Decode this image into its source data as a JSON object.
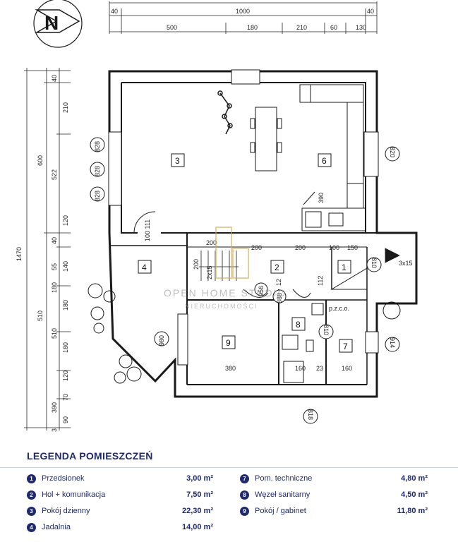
{
  "compass": {
    "letter": "N"
  },
  "top_dims": {
    "row1": [
      "40",
      "1000",
      "40"
    ],
    "row2": [
      "500",
      "180",
      "210",
      "60",
      "130"
    ]
  },
  "left_dims": {
    "total": "1470",
    "upper_total": "600",
    "inner": [
      "40",
      "210",
      "522",
      "120",
      "40",
      "140",
      "55",
      "180",
      "180",
      "510",
      "180",
      "120",
      "70",
      "390",
      "90",
      "3"
    ]
  },
  "rooms": {
    "labels": [
      "1",
      "2",
      "3",
      "4",
      "6",
      "7",
      "8",
      "9"
    ]
  },
  "plan_texts": {
    "window_828_a": "828",
    "window_828_b": "828",
    "window_828_c": "828",
    "window_820": "820",
    "window_100_111": "100 111",
    "window_980": "980",
    "window_914": "914",
    "window_810a": "810",
    "window_810b": "810",
    "window_818": "818",
    "door_888": "888",
    "door_956": "956",
    "stair_390": "390",
    "stair_label": "2x15",
    "pzco": "p.z.c.o.",
    "dims_200_a": "200",
    "dims_200_b": "200",
    "dims_200_c": "200",
    "dims_200_left": "200",
    "dims_100": "100",
    "dims_150": "150",
    "dims_380": "380",
    "dims_160_a": "160",
    "dims_160_b": "160",
    "dims_23": "23",
    "dims_12": "12",
    "dims_112": "112",
    "stairs_3x15": "3x15"
  },
  "watermark": {
    "line1": "OPEN HOME STUDIO",
    "line2": "NIERUCHOMOŚCI"
  },
  "legend": {
    "title": "LEGENDA POMIESZCZEŃ",
    "items": [
      {
        "num": "1",
        "name": "Przedsionek",
        "area": "3,00 m²"
      },
      {
        "num": "2",
        "name": "Hol + komunikacja",
        "area": "7,50 m²"
      },
      {
        "num": "3",
        "name": "Pokój dzienny",
        "area": "22,30 m²"
      },
      {
        "num": "4",
        "name": "Jadalnia",
        "area": "14,00 m²"
      },
      {
        "num": "7",
        "name": "Pom. techniczne",
        "area": "4,80 m²"
      },
      {
        "num": "8",
        "name": "Węzeł sanitarny",
        "area": "4,50 m²"
      },
      {
        "num": "9",
        "name": "Pokój / gabinet",
        "area": "11,80 m²"
      }
    ]
  },
  "colors": {
    "ink": "#1a1a1a",
    "legend": "#1f2a6e",
    "watermark": "#d4a84a"
  }
}
